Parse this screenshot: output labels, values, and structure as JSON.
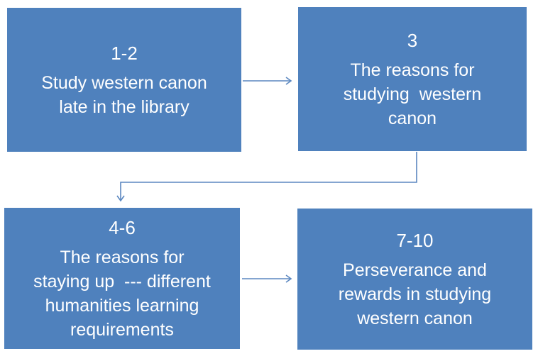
{
  "colors": {
    "box_fill": "#4f81bd",
    "connector": "#5b87c0",
    "text": "#ffffff",
    "background": "#ffffff"
  },
  "boxes": [
    {
      "id": "step-1-2",
      "heading": "1-2",
      "body": "Study western canon\nlate in the library"
    },
    {
      "id": "step-3",
      "heading": "3",
      "body": "The reasons for\nstudying  western\ncanon"
    },
    {
      "id": "step-4-6",
      "heading": "4-6",
      "body": "The reasons for\nstaying up  --- different\nhumanities learning\nrequirements"
    },
    {
      "id": "step-7-10",
      "heading": "7-10",
      "body": "Perseverance and\nrewards in studying\nwestern canon"
    }
  ],
  "connectors": [
    {
      "from": "1-2",
      "to": "3",
      "type": "straight-right-arrow"
    },
    {
      "from": "3",
      "to": "4-6",
      "type": "elbow-down-arrow"
    },
    {
      "from": "4-6",
      "to": "7-10",
      "type": "straight-right-arrow"
    }
  ]
}
